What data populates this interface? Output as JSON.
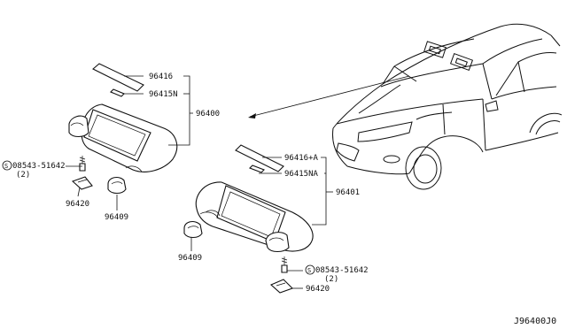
{
  "diagram": {
    "reference_code": "J96400J0",
    "parts": {
      "p96416": "96416",
      "p96415N": "96415N",
      "p96400": "96400",
      "p08543_left": "08543-51642",
      "qty_left": "(2)",
      "p96420_left": "96420",
      "p96409_left": "96409",
      "p96416A": "96416+A",
      "p96415NA": "96415NA",
      "p96401": "96401",
      "p96409_right": "96409",
      "p08543_right": "08543-51642",
      "qty_right": "(2)",
      "p96420_right": "96420"
    },
    "screw_symbol": "S"
  }
}
